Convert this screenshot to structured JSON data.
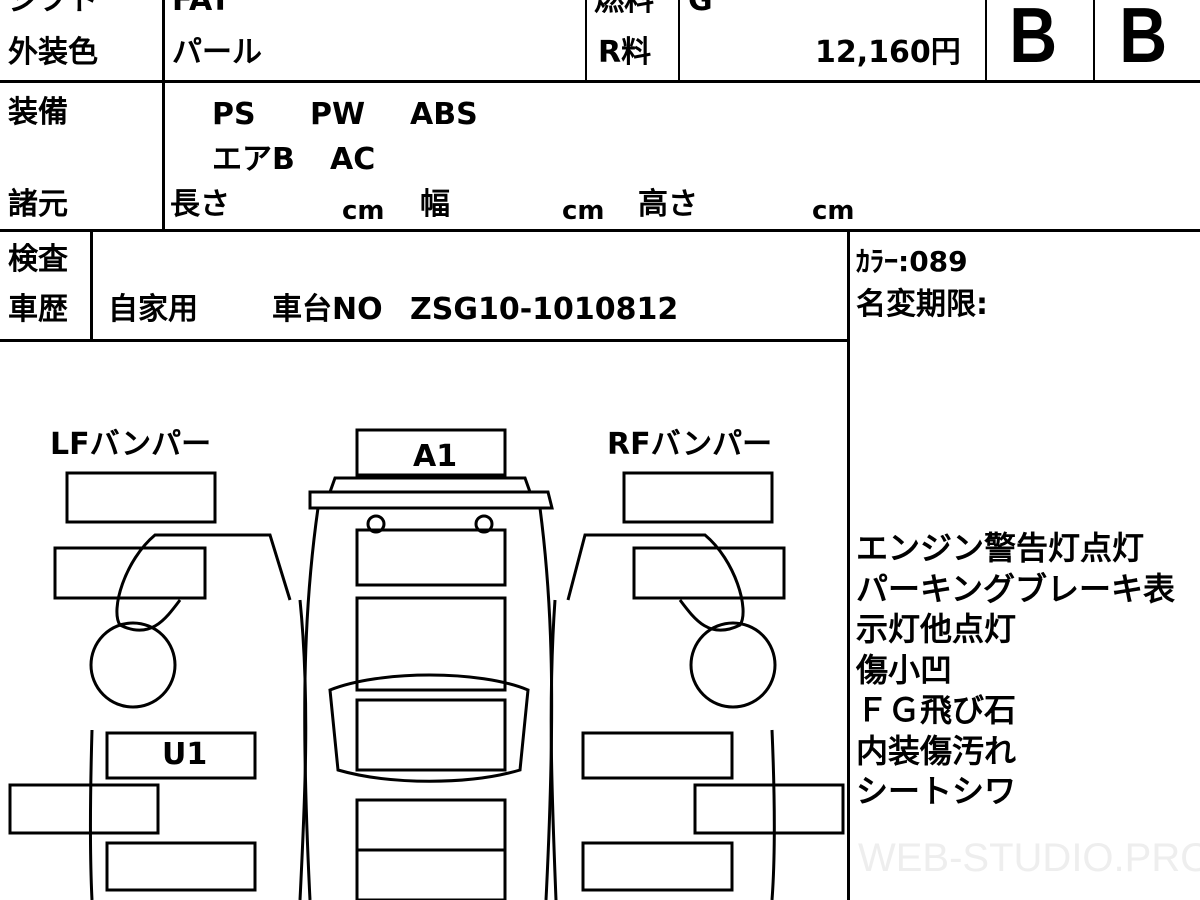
{
  "header": {
    "shift_label": "シフト",
    "shift_value": "FAT",
    "color_label": "外装色",
    "color_value": "パール",
    "fuel_label": "燃料",
    "fuel_value": "G",
    "recycle_label": "R料",
    "recycle_value": "12,160円",
    "grade_exterior": "B",
    "grade_interior": "B"
  },
  "equipment": {
    "label": "装備",
    "items_row1": [
      "PS",
      "PW",
      "ABS"
    ],
    "items_row2": [
      "エアB",
      "AC"
    ]
  },
  "specs": {
    "label": "諸元",
    "length_label": "長さ",
    "width_label": "幅",
    "height_label": "高さ",
    "unit": "cm"
  },
  "inspection": {
    "label": "検査",
    "history_label": "車歴",
    "usage": "自家用",
    "chassis_label": "車台NO",
    "chassis_no": "ZSG10-1010812"
  },
  "notes": {
    "color_code": "ｶﾗｰ:089",
    "name_change": "名変期限:",
    "remarks": [
      "エンジン警告灯点灯",
      "パーキングブレーキ表",
      "示灯他点灯",
      "傷小凹",
      "ＦＧ飛び石",
      "内装傷汚れ",
      "シートシワ"
    ],
    "watermark": "WEB-STUDIO.PRO"
  },
  "diagram": {
    "lf_bumper": "LFバンパー",
    "rf_bumper": "RFバンパー",
    "front_mark": "A1",
    "left_mark": "U1"
  }
}
